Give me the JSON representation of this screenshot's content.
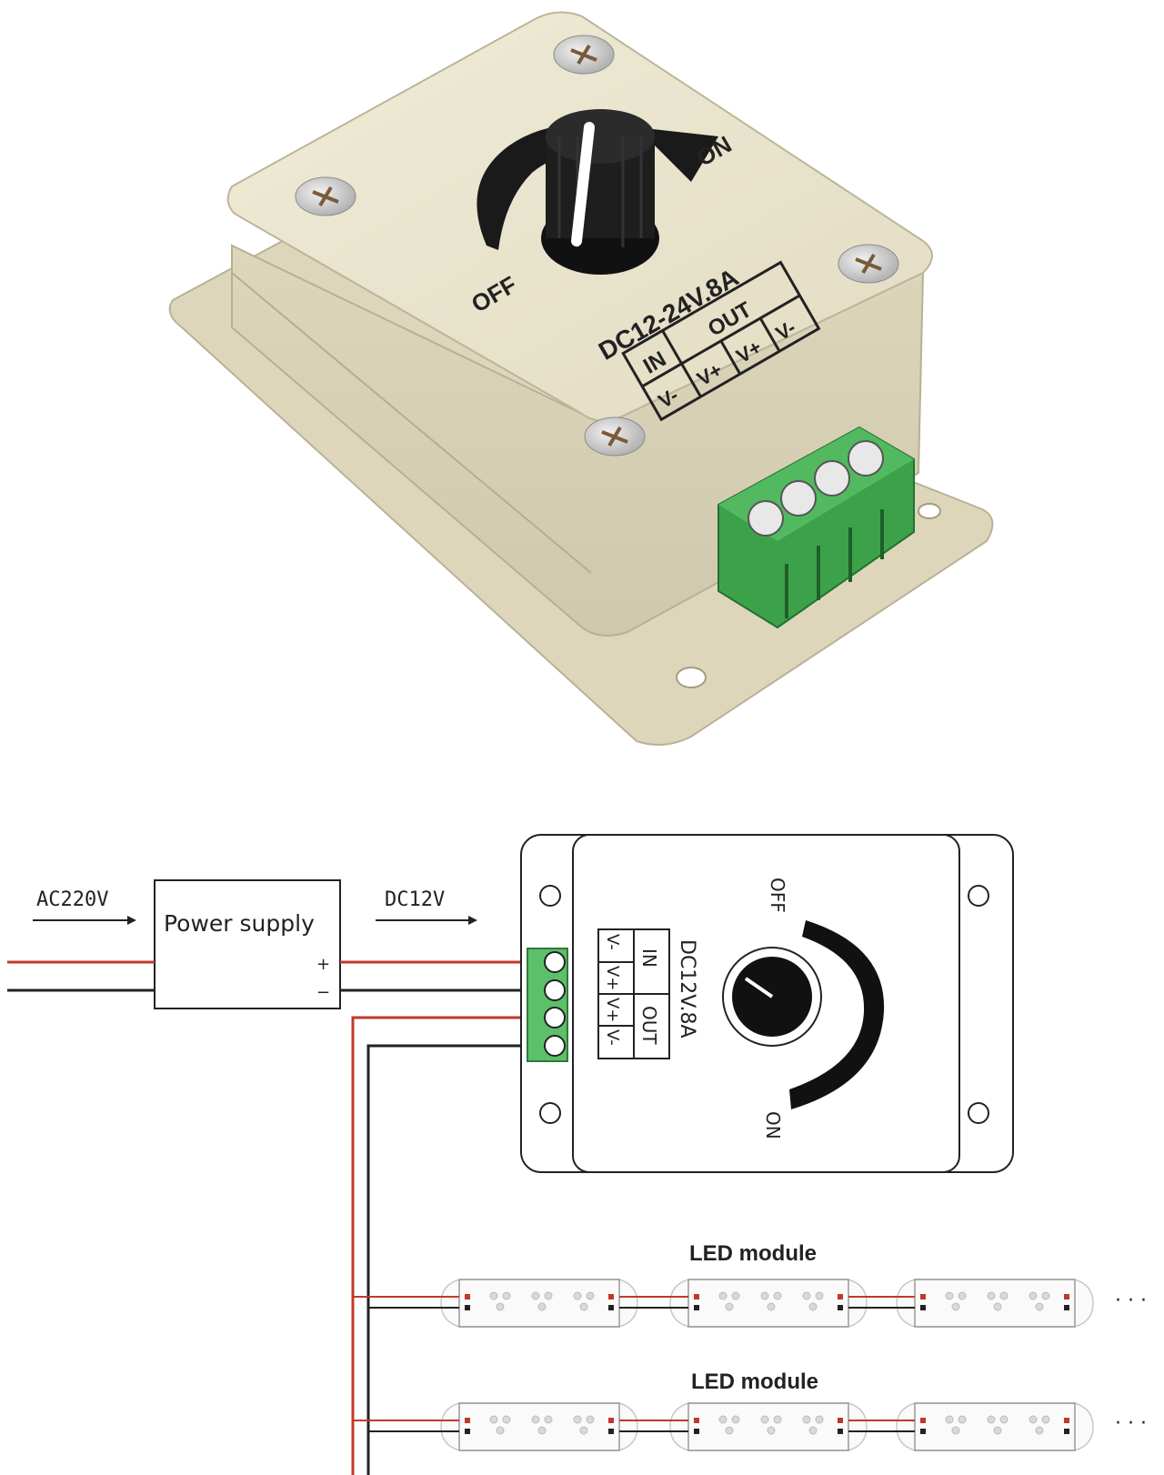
{
  "product": {
    "label_off": "OFF",
    "label_on": "ON",
    "rating": "DC12-24V.8A",
    "terminal_in": "IN",
    "terminal_out": "OUT",
    "pins": [
      "V-",
      "V+",
      "V+",
      "V-"
    ],
    "colors": {
      "housing": "#e9e4cc",
      "terminal": "#3ca24a",
      "knob": "#1c1c1c"
    }
  },
  "diagram": {
    "ac_label": "AC220V",
    "dc_label": "DC12V",
    "power_supply_label": "Power supply",
    "plus": "+",
    "minus": "−",
    "dimmer_rating": "DC12V.8A",
    "dimmer_off": "OFF",
    "dimmer_on": "ON",
    "dimmer_in": "IN",
    "dimmer_out": "OUT",
    "dimmer_pins": [
      "V-",
      "V+",
      "V+",
      "V-"
    ],
    "led_module_label": "LED module",
    "ellipsis": "· · ·",
    "colors": {
      "positive_wire": "#c0392b",
      "negative_wire": "#222222",
      "terminal": "#5cbf6a"
    }
  }
}
